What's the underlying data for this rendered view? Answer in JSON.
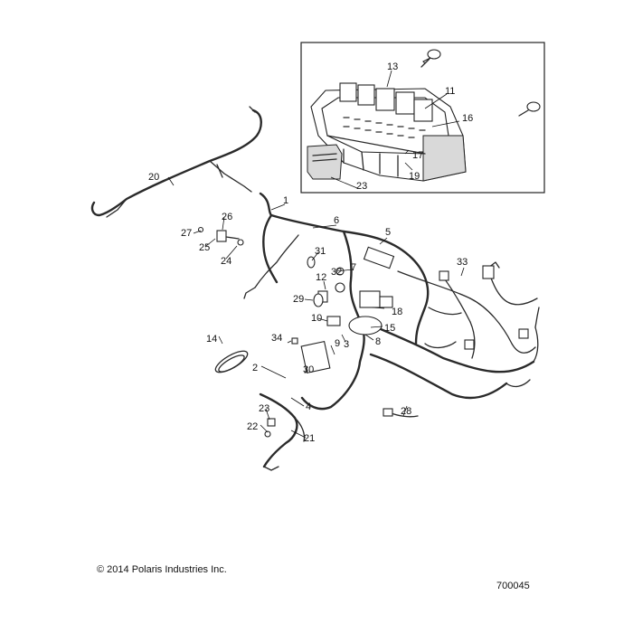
{
  "copyright": "© 2014 Polaris Industries Inc.",
  "drawing_number": "700045",
  "callouts": {
    "c1": "1",
    "c2": "2",
    "c3": "3",
    "c4": "4",
    "c5": "5",
    "c6": "6",
    "c7": "7",
    "c8": "8",
    "c9": "9",
    "c10": "10",
    "c11": "11",
    "c12": "12",
    "c13": "13",
    "c14": "14",
    "c15": "15",
    "c16": "16",
    "c17": "17",
    "c18": "18",
    "c19": "19",
    "c20": "20",
    "c21": "21",
    "c22": "22",
    "c23a": "23",
    "c23b": "23",
    "c24": "24",
    "c25": "25",
    "c26": "26",
    "c27": "27",
    "c28": "28",
    "c29": "29",
    "c30": "30",
    "c31": "31",
    "c32": "32",
    "c33": "33",
    "c34": "34"
  }
}
